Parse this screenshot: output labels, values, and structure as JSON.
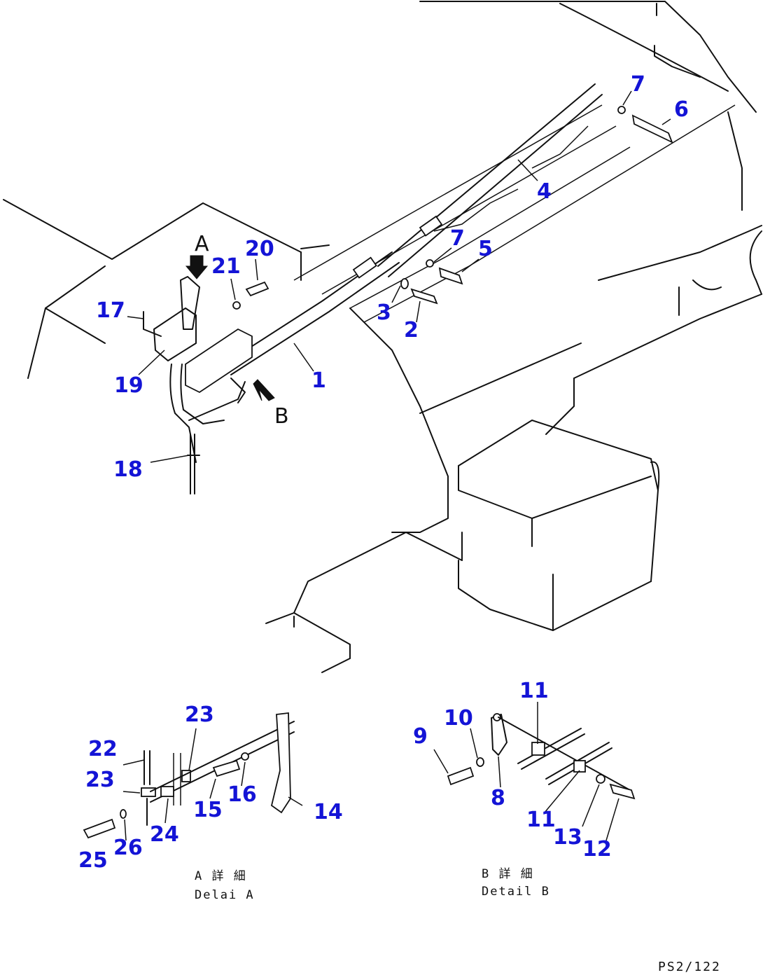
{
  "diagram": {
    "view_letters": {
      "a": "A",
      "b": "B"
    },
    "callouts": [
      "1",
      "2",
      "3",
      "4",
      "5",
      "6",
      "7",
      "7",
      "8",
      "9",
      "10",
      "11",
      "11",
      "12",
      "13",
      "14",
      "15",
      "16",
      "17",
      "18",
      "19",
      "20",
      "21",
      "22",
      "23",
      "23",
      "24",
      "25",
      "26"
    ],
    "detail_a": {
      "jp": "A 詳 細",
      "en": "Delai A"
    },
    "detail_b": {
      "jp": "B 詳 細",
      "en": "Detail B"
    },
    "page_ref": "PS2/122"
  }
}
